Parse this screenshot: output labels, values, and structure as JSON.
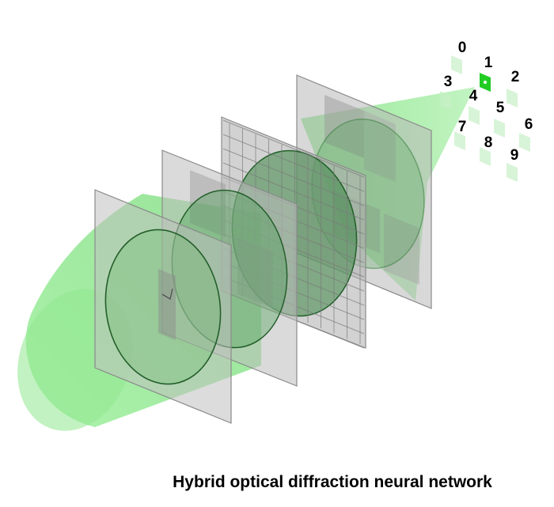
{
  "caption": "Hybrid optical diffraction neural network",
  "colors": {
    "beam": "#7fe07f",
    "beam_dark": "#2f9a3a",
    "plate": "#b4b4b4",
    "plate_edge": "#8a8a8a",
    "active_detector": "#22cc22",
    "inactive_detector": "#c8efc8"
  },
  "diffractive_layers": 4,
  "detector_labels": [
    "0",
    "1",
    "2",
    "3",
    "4",
    "5",
    "6",
    "7",
    "8",
    "9"
  ],
  "active_detector": "1"
}
